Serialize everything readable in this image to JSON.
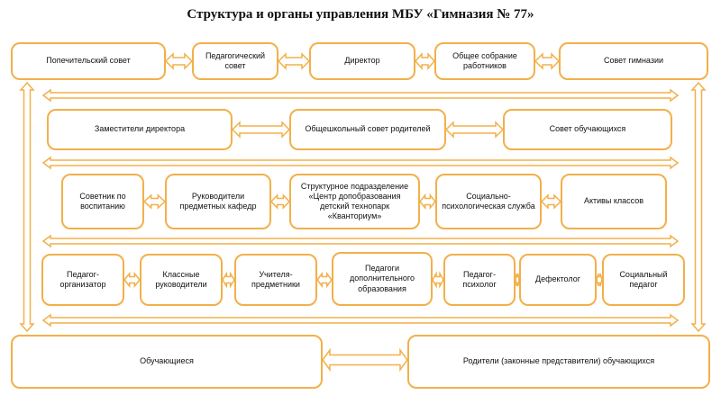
{
  "title": "Структура и органы управления МБУ «Гимназия № 77»",
  "colors": {
    "border": "#f2b04a",
    "arrow_fill": "#ffffff",
    "arrow_stroke": "#f2b04a"
  },
  "row1": [
    {
      "id": "popechitelsky-sovet",
      "text": "Попечительский совет"
    },
    {
      "id": "pedagogichesky-sovet",
      "text": "Педагогический совет"
    },
    {
      "id": "direktor",
      "text": "Директор"
    },
    {
      "id": "obshchee-sobranie",
      "text": "Общее собрание работников"
    },
    {
      "id": "sovet-gimnazii",
      "text": "Совет гимназии"
    }
  ],
  "row2": [
    {
      "id": "zamestiteli-direktora",
      "text": "Заместители директора"
    },
    {
      "id": "obshcheshkolny-sovet",
      "text": "Общешкольный совет родителей"
    },
    {
      "id": "sovet-obuchayushchikhsya",
      "text": "Совет обучающихся"
    }
  ],
  "row3": [
    {
      "id": "sovetnik-po-vospitaniyu",
      "text": "Советник по воспитанию"
    },
    {
      "id": "rukovoditeli-kafedr",
      "text": "Руководители предметных кафедр"
    },
    {
      "id": "strukturnoe-podrazdelenie",
      "text": "Структурное подразделение «Центр допобразования детский технопарк «Кванториум»"
    },
    {
      "id": "sotsialno-psikhologicheskaya",
      "text": "Социально-психологическая служба"
    },
    {
      "id": "aktivy-klassov",
      "text": "Активы классов"
    }
  ],
  "row4": [
    {
      "id": "pedagog-organizator",
      "text": "Педагог-организатор"
    },
    {
      "id": "klassnye-rukovoditeli",
      "text": "Классные руководители"
    },
    {
      "id": "uchitelya-predmetniki",
      "text": "Учителя-предметники"
    },
    {
      "id": "pedagogi-dopobrazovaniya",
      "text": "Педагоги дополнительного образования"
    },
    {
      "id": "pedagog-psikholog",
      "text": "Педагог-психолог"
    },
    {
      "id": "defektolog",
      "text": "Дефектолог"
    },
    {
      "id": "sotsialny-pedagog",
      "text": "Социальный педагог"
    }
  ],
  "row5": [
    {
      "id": "obuchayushchiesya",
      "text": "Обучающиеся"
    },
    {
      "id": "roditeli",
      "text": "Родители (законные представители) обучающихся"
    }
  ]
}
